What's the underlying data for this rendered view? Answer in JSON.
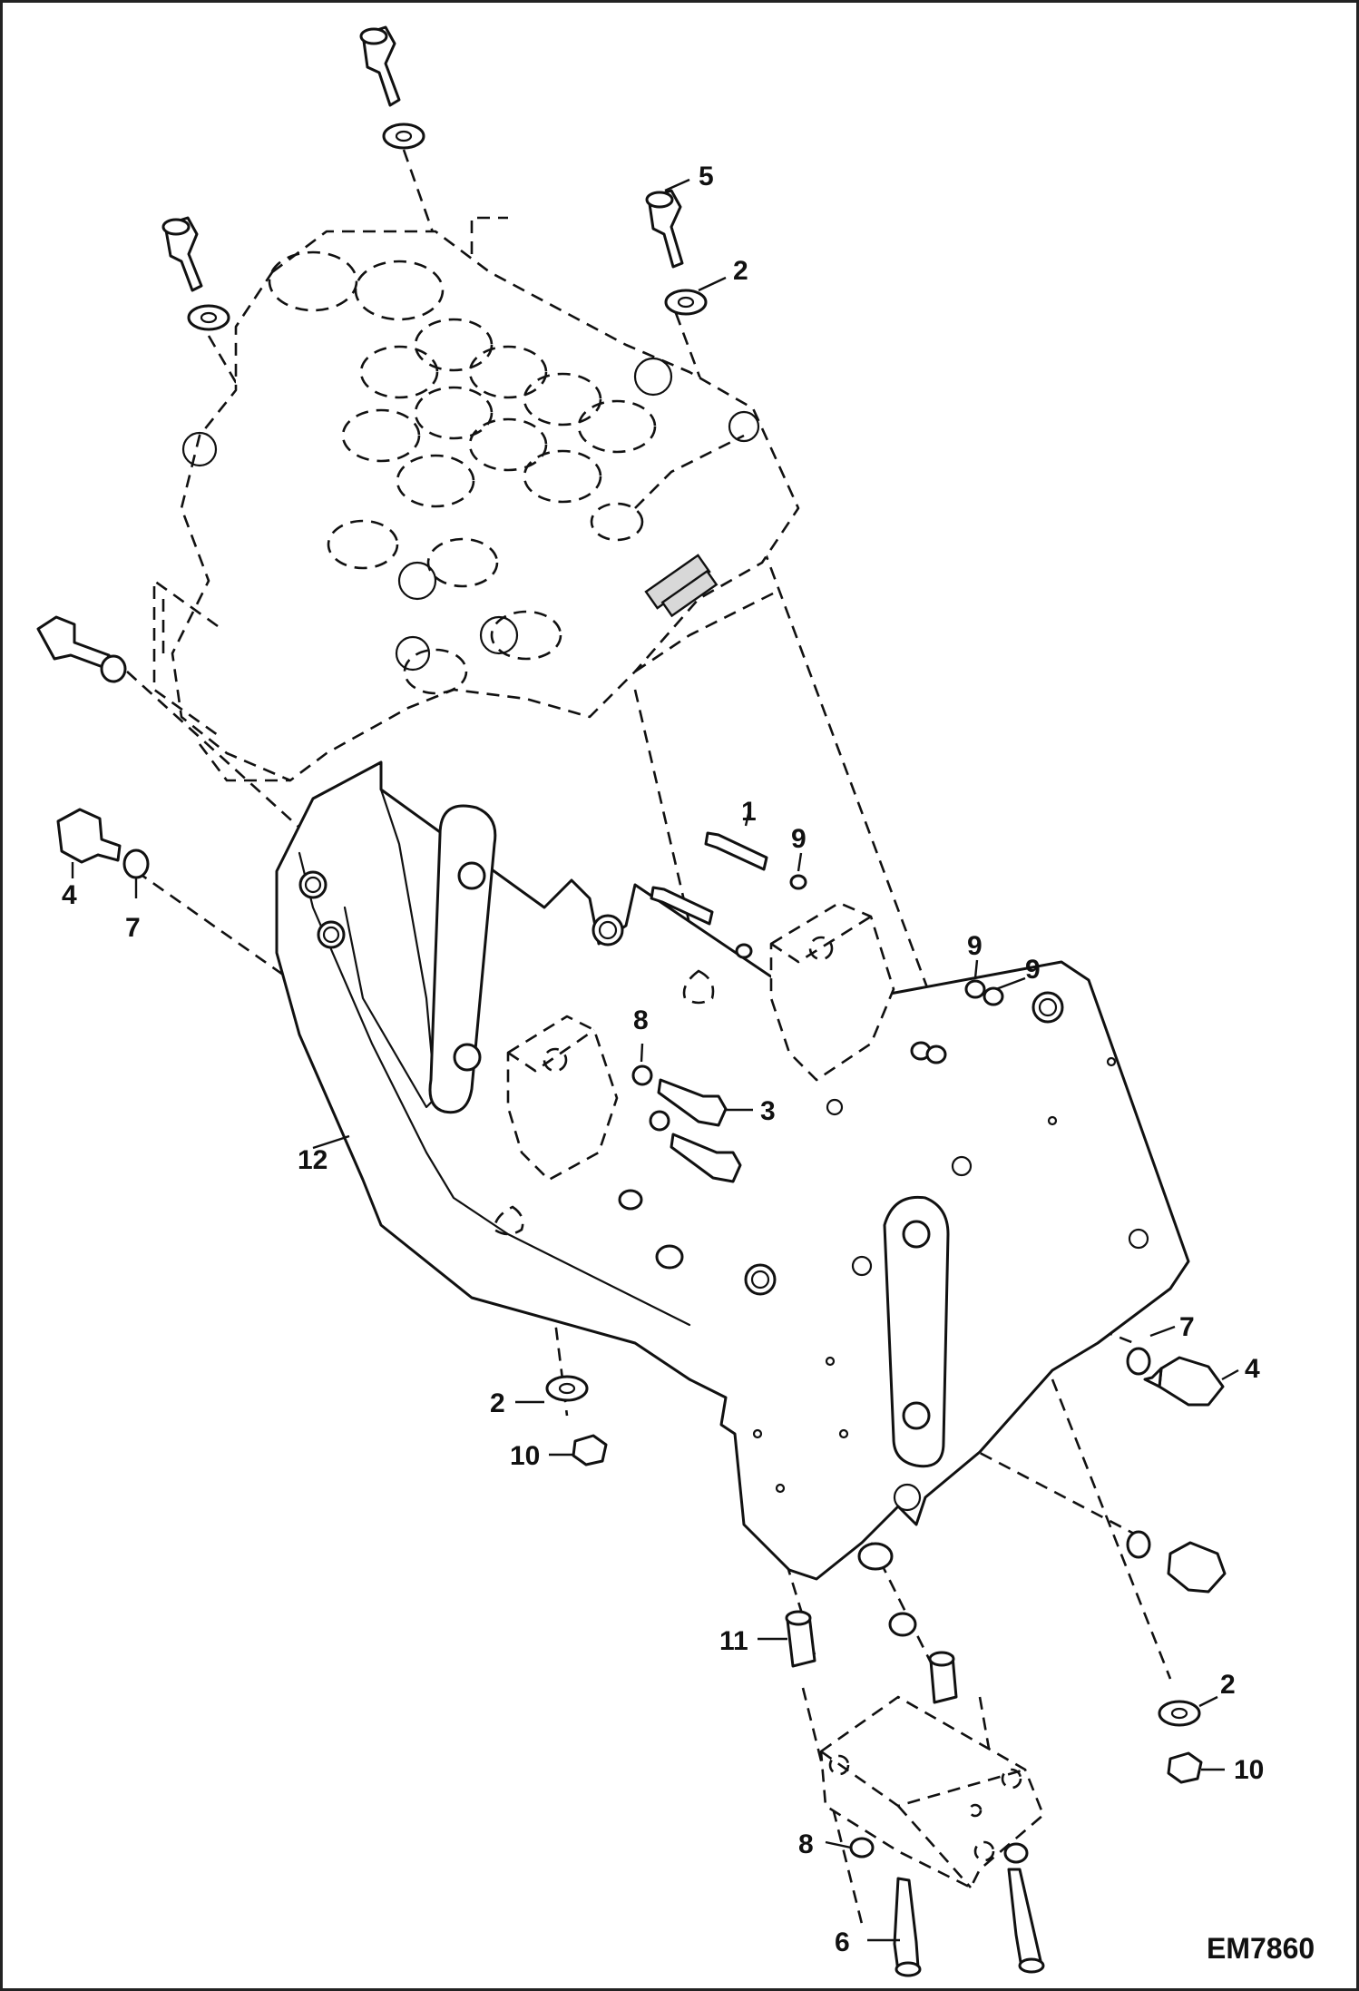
{
  "drawing": {
    "code": "EM7860"
  },
  "callouts": [
    {
      "id": "c1",
      "label": "1"
    },
    {
      "id": "c2a",
      "label": "2"
    },
    {
      "id": "c2b",
      "label": "2"
    },
    {
      "id": "c2c",
      "label": "2"
    },
    {
      "id": "c3",
      "label": "3"
    },
    {
      "id": "c4a",
      "label": "4"
    },
    {
      "id": "c4b",
      "label": "4"
    },
    {
      "id": "c5",
      "label": "5"
    },
    {
      "id": "c6",
      "label": "6"
    },
    {
      "id": "c7a",
      "label": "7"
    },
    {
      "id": "c7b",
      "label": "7"
    },
    {
      "id": "c8a",
      "label": "8"
    },
    {
      "id": "c8b",
      "label": "8"
    },
    {
      "id": "c9a",
      "label": "9"
    },
    {
      "id": "c9b",
      "label": "9"
    },
    {
      "id": "c9c",
      "label": "9"
    },
    {
      "id": "c10a",
      "label": "10"
    },
    {
      "id": "c10b",
      "label": "10"
    },
    {
      "id": "c11",
      "label": "11"
    },
    {
      "id": "c12",
      "label": "12"
    }
  ]
}
